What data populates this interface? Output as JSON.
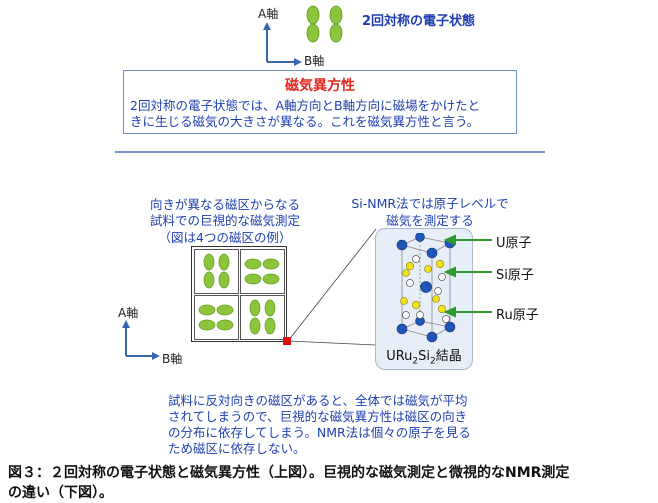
{
  "top": {
    "axis_a": "A軸",
    "axis_b": "B軸",
    "state_label": "2回対称の電子状態"
  },
  "note": {
    "title": "磁気異方性",
    "line1": "2回対称の電子状態では、A軸方向とB軸方向に磁場をかけたと",
    "line2": "きに生じる磁気の大きさが異なる。これを磁気異方性と言う。"
  },
  "left_panel": {
    "caption1": "向きが異なる磁区からなる",
    "caption2": "試料での巨視的な磁気測定",
    "caption3": "（図は4つの磁区の例）",
    "axis_a": "A軸",
    "axis_b": "B軸"
  },
  "right_panel": {
    "caption1": "Si-NMR法では原子レベルで",
    "caption2": "磁気を測定する",
    "u_label": "U原子",
    "si_label": "Si原子",
    "ru_label": "Ru原子",
    "crystal_prefix": "URu",
    "crystal_sub1": "2",
    "crystal_mid": "Si",
    "crystal_sub2": "2",
    "crystal_suffix": "結晶"
  },
  "paragraph": {
    "line1": "試料に反対向きの磁区があると、全体では磁気が平均",
    "line2": "されてしまうので、巨視的な磁気異方性は磁区の向き",
    "line3": "の分布に依存してしまう。NMR法は個々の原子を見る",
    "line4": "ため磁区に依存しない。"
  },
  "caption": {
    "line1": "図３：２回対称の電子状態と磁気異方性（上図）。巨視的な磁気測定と微視的なNMR測定",
    "line2": "の違い（下図）。"
  },
  "colors": {
    "text_blue": "#1f3fb0",
    "title_red": "#e0281e",
    "lobe_green": "#8cc43c",
    "u_atom": "#1f56b8",
    "si_atom": "#f2e21a",
    "ru_atom": "#ffffff",
    "marker_red": "#e01010"
  }
}
